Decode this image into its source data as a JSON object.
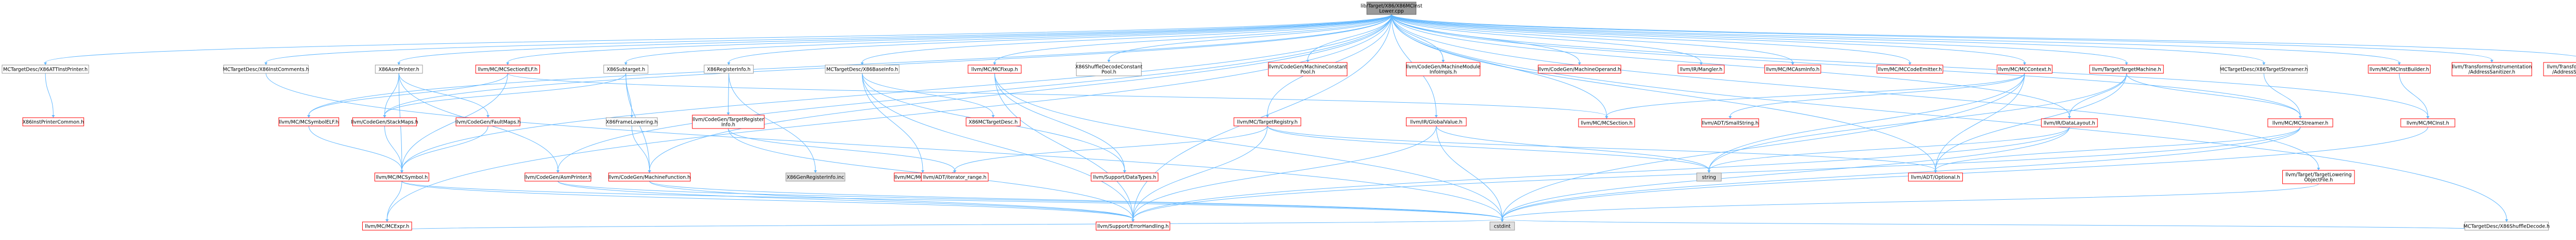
{
  "diagram": {
    "type": "include-dependency-graph",
    "colors": {
      "edge": "#63b8ff",
      "root_fill": "#999999",
      "root_stroke": "#666666",
      "normal_fill": "#ffffff",
      "normal_stroke": "#999999",
      "missing_fill": "#ffffff",
      "missing_stroke": "#ff0000",
      "muted_fill": "#e0e0e0",
      "muted_stroke": "#999999"
    },
    "nodes": [
      {
        "id": "root",
        "lines": [
          "lib/Target/X86/X86MCInst",
          "Lower.cpp"
        ],
        "style": "root"
      },
      {
        "id": "X86ATTInstPrinter",
        "lines": [
          "MCTargetDesc/X86ATTInstPrinter.h"
        ],
        "style": "normal"
      },
      {
        "id": "X86InstComments",
        "lines": [
          "MCTargetDesc/X86InstComments.h"
        ],
        "style": "normal"
      },
      {
        "id": "X86AsmPrinter",
        "lines": [
          "X86AsmPrinter.h"
        ],
        "style": "normal"
      },
      {
        "id": "MCSectionELF",
        "lines": [
          "llvm/MC/MCSectionELF.h"
        ],
        "style": "missing"
      },
      {
        "id": "X86Subtarget",
        "lines": [
          "X86Subtarget.h"
        ],
        "style": "normal"
      },
      {
        "id": "X86RegisterInfo",
        "lines": [
          "X86RegisterInfo.h"
        ],
        "style": "normal"
      },
      {
        "id": "X86BaseInfo",
        "lines": [
          "MCTargetDesc/X86BaseInfo.h"
        ],
        "style": "normal"
      },
      {
        "id": "MCFixup",
        "lines": [
          "llvm/MC/MCFixup.h"
        ],
        "style": "missing"
      },
      {
        "id": "X86ShuffleDecodeConstantPool",
        "lines": [
          "X86ShuffleDecodeConstant",
          "Pool.h"
        ],
        "style": "normal"
      },
      {
        "id": "MachineConstantPool",
        "lines": [
          "llvm/CodeGen/MachineConstant",
          "Pool.h"
        ],
        "style": "missing"
      },
      {
        "id": "MachineModuleInfoImpls",
        "lines": [
          "llvm/CodeGen/MachineModule",
          "InfoImpls.h"
        ],
        "style": "missing"
      },
      {
        "id": "MachineOperand",
        "lines": [
          "llvm/CodeGen/MachineOperand.h"
        ],
        "style": "missing"
      },
      {
        "id": "Mangler",
        "lines": [
          "llvm/IR/Mangler.h"
        ],
        "style": "missing"
      },
      {
        "id": "MCAsmInfo",
        "lines": [
          "llvm/MC/MCAsmInfo.h"
        ],
        "style": "missing"
      },
      {
        "id": "MCCodeEmitter",
        "lines": [
          "llvm/MC/MCCodeEmitter.h"
        ],
        "style": "missing"
      },
      {
        "id": "MCContext",
        "lines": [
          "llvm/MC/MCContext.h"
        ],
        "style": "missing"
      },
      {
        "id": "TargetMachine",
        "lines": [
          "llvm/Target/TargetMachine.h"
        ],
        "style": "missing"
      },
      {
        "id": "X86TargetStreamer",
        "lines": [
          "MCTargetDesc/X86TargetStreamer.h"
        ],
        "style": "normal"
      },
      {
        "id": "MCInstBuilder",
        "lines": [
          "llvm/MC/MCInstBuilder.h"
        ],
        "style": "missing"
      },
      {
        "id": "AddressSanitizer",
        "lines": [
          "llvm/Transforms/Instrumentation",
          "/AddressSanitizer.h"
        ],
        "style": "missing"
      },
      {
        "id": "AddressSanitizerCommon",
        "lines": [
          "llvm/Transforms/Instrumentation",
          "/AddressSanitizerCommon.h"
        ],
        "style": "missing"
      },
      {
        "id": "X86InstPrinterCommon",
        "lines": [
          "X86InstPrinterCommon.h"
        ],
        "style": "missing"
      },
      {
        "id": "MCSymbolELF",
        "lines": [
          "llvm/MC/MCSymbolELF.h"
        ],
        "style": "missing"
      },
      {
        "id": "StackMaps",
        "lines": [
          "llvm/CodeGen/StackMaps.h"
        ],
        "style": "missing"
      },
      {
        "id": "FaultMaps",
        "lines": [
          "llvm/CodeGen/FaultMaps.h"
        ],
        "style": "missing"
      },
      {
        "id": "MCSymbol",
        "lines": [
          "llvm/MC/MCSymbol.h"
        ],
        "style": "missing"
      },
      {
        "id": "MCExpr",
        "lines": [
          "llvm/MC/MCExpr.h"
        ],
        "style": "missing"
      },
      {
        "id": "AsmPrinter",
        "lines": [
          "llvm/CodeGen/AsmPrinter.h"
        ],
        "style": "missing"
      },
      {
        "id": "X86FrameLowering",
        "lines": [
          "X86FrameLowering.h"
        ],
        "style": "normal"
      },
      {
        "id": "TargetRegisterInfo",
        "lines": [
          "llvm/CodeGen/TargetRegister",
          "Info.h"
        ],
        "style": "missing"
      },
      {
        "id": "MachineFunction",
        "lines": [
          "llvm/CodeGen/MachineFunction.h"
        ],
        "style": "missing"
      },
      {
        "id": "X86GenRegisterInfo",
        "lines": [
          "X86GenRegisterInfo.inc"
        ],
        "style": "muted"
      },
      {
        "id": "MCInstrDesc",
        "lines": [
          "llvm/MC/MCInstrDesc.h"
        ],
        "style": "missing"
      },
      {
        "id": "X86MCTargetDesc",
        "lines": [
          "X86MCTargetDesc.h"
        ],
        "style": "missing"
      },
      {
        "id": "iterator_range",
        "lines": [
          "llvm/ADT/iterator_range.h"
        ],
        "style": "missing"
      },
      {
        "id": "DataTypes",
        "lines": [
          "llvm/Support/DataTypes.h"
        ],
        "style": "missing"
      },
      {
        "id": "TargetRegistry",
        "lines": [
          "llvm/MC/TargetRegistry.h"
        ],
        "style": "missing"
      },
      {
        "id": "GlobalValue",
        "lines": [
          "llvm/IR/GlobalValue.h"
        ],
        "style": "missing"
      },
      {
        "id": "ErrorHandling",
        "lines": [
          "llvm/Support/ErrorHandling.h"
        ],
        "style": "missing"
      },
      {
        "id": "MCSection",
        "lines": [
          "llvm/MC/MCSection.h"
        ],
        "style": "missing"
      },
      {
        "id": "SmallString",
        "lines": [
          "llvm/ADT/SmallString.h"
        ],
        "style": "missing"
      },
      {
        "id": "string",
        "lines": [
          "string"
        ],
        "style": "muted"
      },
      {
        "id": "DataLayout",
        "lines": [
          "llvm/IR/DataLayout.h"
        ],
        "style": "missing"
      },
      {
        "id": "Optional",
        "lines": [
          "llvm/ADT/Optional.h"
        ],
        "style": "missing"
      },
      {
        "id": "MCStreamer",
        "lines": [
          "llvm/MC/MCStreamer.h"
        ],
        "style": "missing"
      },
      {
        "id": "MCInst",
        "lines": [
          "llvm/MC/MCInst.h"
        ],
        "style": "missing"
      },
      {
        "id": "TargetLoweringObjectFile",
        "lines": [
          "llvm/Target/TargetLowering",
          "ObjectFile.h"
        ],
        "style": "missing"
      },
      {
        "id": "X86ShuffleDecode",
        "lines": [
          "MCTargetDesc/X86ShuffleDecode.h"
        ],
        "style": "normal"
      },
      {
        "id": "cstdint",
        "lines": [
          "cstdint"
        ],
        "style": "muted"
      }
    ],
    "edges": [
      [
        "root",
        "X86ATTInstPrinter"
      ],
      [
        "root",
        "X86InstComments"
      ],
      [
        "root",
        "X86AsmPrinter"
      ],
      [
        "root",
        "MCSectionELF"
      ],
      [
        "root",
        "X86Subtarget"
      ],
      [
        "root",
        "X86RegisterInfo"
      ],
      [
        "root",
        "X86BaseInfo"
      ],
      [
        "root",
        "MCFixup"
      ],
      [
        "root",
        "X86ShuffleDecodeConstantPool"
      ],
      [
        "root",
        "MachineConstantPool"
      ],
      [
        "root",
        "MachineModuleInfoImpls"
      ],
      [
        "root",
        "MachineOperand"
      ],
      [
        "root",
        "Mangler"
      ],
      [
        "root",
        "MCAsmInfo"
      ],
      [
        "root",
        "MCCodeEmitter"
      ],
      [
        "root",
        "MCContext"
      ],
      [
        "root",
        "TargetMachine"
      ],
      [
        "root",
        "X86TargetStreamer"
      ],
      [
        "root",
        "MCInstBuilder"
      ],
      [
        "root",
        "AddressSanitizer"
      ],
      [
        "root",
        "AddressSanitizerCommon"
      ],
      [
        "root",
        "MCExpr"
      ],
      [
        "root",
        "MCSymbol"
      ],
      [
        "root",
        "StackMaps"
      ],
      [
        "root",
        "MCSymbolELF"
      ],
      [
        "root",
        "MCSection"
      ],
      [
        "root",
        "MCInst"
      ],
      [
        "root",
        "MCStreamer"
      ],
      [
        "root",
        "TargetLoweringObjectFile"
      ],
      [
        "root",
        "X86ShuffleDecode"
      ],
      [
        "root",
        "DataLayout"
      ],
      [
        "root",
        "GlobalValue"
      ],
      [
        "root",
        "TargetRegistry"
      ],
      [
        "root",
        "MachineFunction"
      ],
      [
        "root",
        "AsmPrinter"
      ],
      [
        "root",
        "ErrorHandling"
      ],
      [
        "root",
        "Optional"
      ],
      [
        "X86ATTInstPrinter",
        "X86InstPrinterCommon"
      ],
      [
        "X86InstComments",
        "cstdint"
      ],
      [
        "X86AsmPrinter",
        "StackMaps"
      ],
      [
        "X86AsmPrinter",
        "FaultMaps"
      ],
      [
        "X86AsmPrinter",
        "AsmPrinter"
      ],
      [
        "X86AsmPrinter",
        "MCSymbol"
      ],
      [
        "MCSectionELF",
        "MCSymbolELF"
      ],
      [
        "MCSectionELF",
        "MCSection"
      ],
      [
        "MCSectionELF",
        "MCSymbol"
      ],
      [
        "X86Subtarget",
        "X86FrameLowering"
      ],
      [
        "X86Subtarget",
        "MachineFunction"
      ],
      [
        "X86Subtarget",
        "StackMaps"
      ],
      [
        "X86RegisterInfo",
        "TargetRegisterInfo"
      ],
      [
        "X86RegisterInfo",
        "X86GenRegisterInfo"
      ],
      [
        "X86BaseInfo",
        "MCInstrDesc"
      ],
      [
        "X86BaseInfo",
        "X86MCTargetDesc"
      ],
      [
        "X86BaseInfo",
        "ErrorHandling"
      ],
      [
        "X86BaseInfo",
        "DataTypes"
      ],
      [
        "MCFixup",
        "ErrorHandling"
      ],
      [
        "MCFixup",
        "DataTypes"
      ],
      [
        "MCFixup",
        "cstdint"
      ],
      [
        "TargetMachine",
        "DataLayout"
      ],
      [
        "TargetMachine",
        "Optional"
      ],
      [
        "TargetMachine",
        "string"
      ],
      [
        "TargetMachine",
        "MCStreamer"
      ],
      [
        "MCContext",
        "SmallString"
      ],
      [
        "MCContext",
        "MCSection"
      ],
      [
        "MCContext",
        "Optional"
      ],
      [
        "MCContext",
        "string"
      ],
      [
        "MCContext",
        "cstdint"
      ],
      [
        "X86TargetStreamer",
        "MCStreamer"
      ],
      [
        "MCInstBuilder",
        "MCInst"
      ],
      [
        "MCSymbolELF",
        "MCSymbol"
      ],
      [
        "StackMaps",
        "MCSymbol"
      ],
      [
        "FaultMaps",
        "MCSymbol"
      ],
      [
        "MCSymbol",
        "MCExpr"
      ],
      [
        "MCSymbol",
        "ErrorHandling"
      ],
      [
        "MCSymbol",
        "cstdint"
      ],
      [
        "MCExpr",
        "cstdint"
      ],
      [
        "AsmPrinter",
        "ErrorHandling"
      ],
      [
        "AsmPrinter",
        "cstdint"
      ],
      [
        "X86FrameLowering",
        "MachineFunction"
      ],
      [
        "TargetRegisterInfo",
        "iterator_range"
      ],
      [
        "TargetRegisterInfo",
        "ErrorHandling"
      ],
      [
        "MachineFunction",
        "ErrorHandling"
      ],
      [
        "MachineFunction",
        "cstdint"
      ],
      [
        "MCInstrDesc",
        "iterator_range"
      ],
      [
        "TargetRegistry",
        "iterator_range"
      ],
      [
        "TargetRegistry",
        "ErrorHandling"
      ],
      [
        "TargetRegistry",
        "string"
      ],
      [
        "TargetRegistry",
        "Optional"
      ],
      [
        "GlobalValue",
        "string"
      ],
      [
        "GlobalValue",
        "cstdint"
      ],
      [
        "GlobalValue",
        "ErrorHandling"
      ],
      [
        "DataLayout",
        "string"
      ],
      [
        "DataLayout",
        "ErrorHandling"
      ],
      [
        "DataLayout",
        "cstdint"
      ],
      [
        "MCStreamer",
        "Optional"
      ],
      [
        "MCStreamer",
        "ErrorHandling"
      ],
      [
        "MCStreamer",
        "cstdint"
      ],
      [
        "MCInst",
        "cstdint"
      ],
      [
        "TargetLoweringObjectFile",
        "cstdint"
      ],
      [
        "X86ShuffleDecode",
        "cstdint"
      ]
    ]
  }
}
